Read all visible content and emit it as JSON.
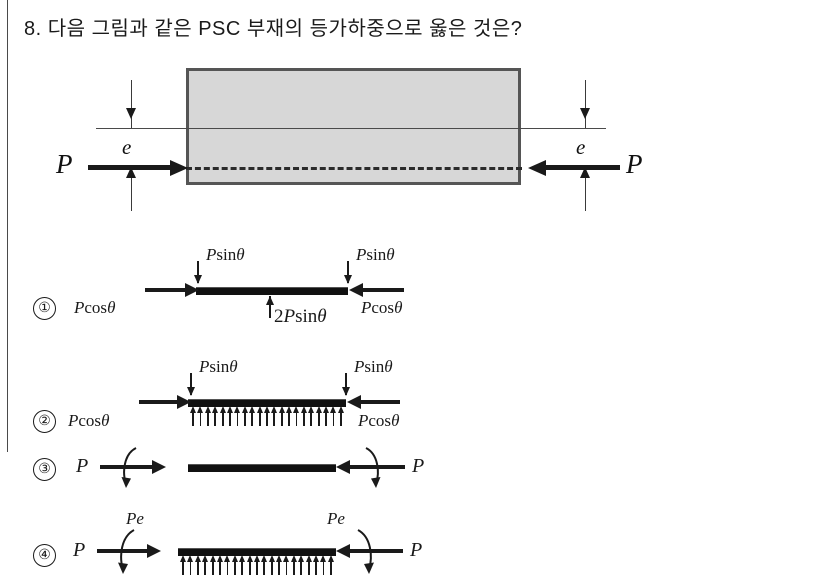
{
  "question": {
    "number": "8.",
    "text": "8. 다음 그림과 같은 PSC 부재의 등가하중으로 옳은 것은?"
  },
  "figure": {
    "name": "psc-member-diagram",
    "left_force_label": "P",
    "right_force_label": "P",
    "left_eccentricity_label": "e",
    "right_eccentricity_label": "e",
    "beam_fill_color": "#d7d7d7",
    "beam_border_color": "#555555",
    "centroid_line_style": "solid",
    "tendon_line_style": "dashed"
  },
  "options": [
    {
      "marker": "①",
      "name": "option-1",
      "left_axial_label": "Pcosθ",
      "right_axial_label": "Pcosθ",
      "left_point_load_label": "Psinθ",
      "right_point_load_label": "Psinθ",
      "center_load_label": "2Psinθ",
      "has_distributed_load": "no",
      "has_moments": "no"
    },
    {
      "marker": "②",
      "name": "option-2",
      "left_axial_label": "Pcosθ",
      "right_axial_label": "Pcosθ",
      "left_point_load_label": "Psinθ",
      "right_point_load_label": "Psinθ",
      "center_load_label": "",
      "has_distributed_load": "yes",
      "has_moments": "no"
    },
    {
      "marker": "③",
      "name": "option-3",
      "left_axial_label": "P",
      "right_axial_label": "P",
      "left_moment_label": "",
      "right_moment_label": "",
      "has_distributed_load": "no",
      "has_moments": "yes"
    },
    {
      "marker": "④",
      "name": "option-4",
      "left_axial_label": "P",
      "right_axial_label": "P",
      "left_moment_label": "Pe",
      "right_moment_label": "Pe",
      "has_distributed_load": "yes",
      "has_moments": "yes"
    }
  ]
}
